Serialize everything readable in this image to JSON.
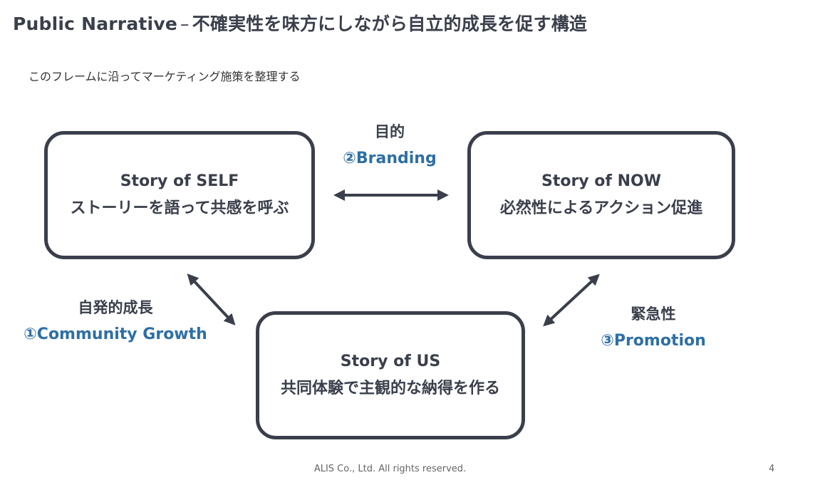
{
  "slide": {
    "title_en": "Public Narrative",
    "title_dash": "–",
    "title_jp": "不確実性を味方にしながら自立的成長を促す構造",
    "subtitle": "このフレームに沿ってマーケティング施策を整理する"
  },
  "boxes": {
    "self": {
      "title": "Story of SELF",
      "desc": "ストーリーを語って共感を呼ぶ"
    },
    "now": {
      "title": "Story of NOW",
      "desc": "必然性によるアクション促進"
    },
    "us": {
      "title": "Story of US",
      "desc": "共同体験で主観的な納得を作る"
    }
  },
  "links": {
    "branding": {
      "jp": "目的",
      "en": "②Branding"
    },
    "community": {
      "jp": "自発的成長",
      "en": "①Community Growth"
    },
    "promotion": {
      "jp": "緊急性",
      "en": "③Promotion"
    }
  },
  "colors": {
    "dark": "#3a3f4b",
    "accent": "#2e6fa5"
  },
  "footer": {
    "copyright": "ALIS Co., Ltd. All rights reserved.",
    "page": "4"
  }
}
